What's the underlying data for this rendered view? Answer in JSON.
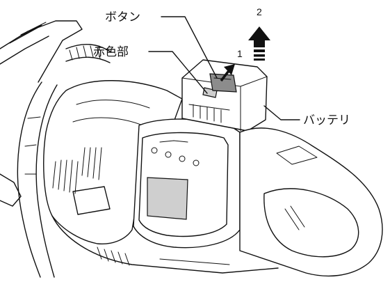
{
  "labels": {
    "button": "ボタン",
    "red_part": "赤色部",
    "battery": "バッテリ"
  },
  "steps": {
    "step1": "1",
    "step2": "2"
  },
  "colors": {
    "ink": "#111111",
    "button_fill": "#8c8c8c",
    "red_part_fill": "#cfcfcf"
  }
}
